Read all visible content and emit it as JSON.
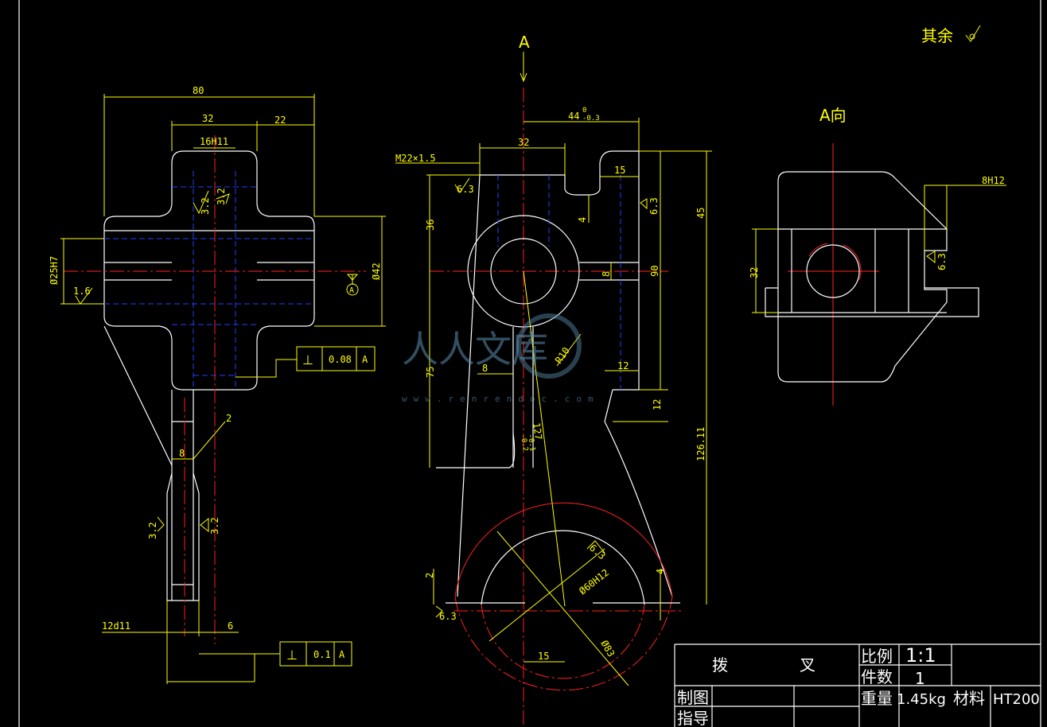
{
  "roughness_note": "其余",
  "section_mark": "A",
  "view_label": "A向",
  "watermark": {
    "name": "人人文库",
    "url": "www.renrendoc.com"
  },
  "left_view": {
    "dims": {
      "d80": "80",
      "d32": "32",
      "d22": "22",
      "d16": "16H11",
      "d25": "Ø25H7",
      "d42": "Ø42",
      "d8": "8",
      "d2": "2",
      "d12": "12d11",
      "d6": "6"
    },
    "roughness": {
      "r1": "3.2",
      "r2": "3.2",
      "r3": "1.6",
      "r4": "3.2",
      "r5": "3.2"
    },
    "datum": "A",
    "tol1": {
      "sym": "⊥",
      "value": "0.08",
      "datum": "A"
    },
    "tol2": {
      "sym": "⊥",
      "value": "0.1",
      "datum": "A"
    }
  },
  "front_view": {
    "dims": {
      "m22": "M22×1.5",
      "d32": "32",
      "d44": "44",
      "d44_tol": "0",
      "d44_tol2": "-0.3",
      "d15": "15",
      "d36": "36",
      "d45": "45",
      "d4": "4",
      "d8a": "8",
      "d90": "90",
      "r10": "R10",
      "d75": "75",
      "d8b": "8",
      "d12a": "12",
      "d12b": "12",
      "d127": "127",
      "d127_tol": "-0.1",
      "d127_tol2": "-0.2",
      "d126": "126.11",
      "d2": "2",
      "d60": "Ø60H12",
      "d4b": "4",
      "d83": "Ø83",
      "d15b": "15"
    },
    "roughness": {
      "r1": "6.3",
      "r2": "6.3",
      "r3": "6.3",
      "r4": "6.3"
    }
  },
  "side_view": {
    "dims": {
      "d8h12": "8H12",
      "d32": "32"
    },
    "roughness": {
      "r1": "6.3"
    }
  },
  "title_block": {
    "part_name_1": "拨",
    "part_name_2": "叉",
    "scale_label": "比例",
    "scale_value": "1:1",
    "qty_label": "件数",
    "qty_value": "1",
    "weight_label": "重量",
    "weight_value": "1.45kg",
    "material_label": "材料",
    "material_value": "HT200",
    "drawn_label": "制图",
    "guide_label": "指导"
  }
}
